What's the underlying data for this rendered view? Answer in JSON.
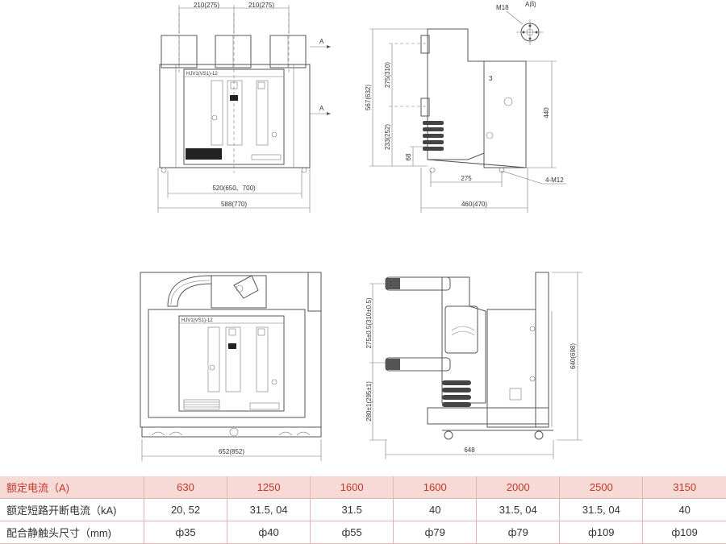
{
  "dimensions": {
    "front_top_spacing_1": "210(275)",
    "front_top_spacing_2": "210(275)",
    "front_width_inner": "520(650、700)",
    "front_width_outer": "588(770)",
    "arrow_a_top": "A",
    "arrow_a_bottom": "A",
    "model_label_top": "HJV1(VS1)-12",
    "model_label_bottom": "HJV1(VS1)-12",
    "side_height_total": "567(632)",
    "side_upper_gap": "275(310)",
    "side_lower_height": "233(252)",
    "side_foot_height": "68",
    "side_right_height": "440",
    "side_bolt_spacing": "275",
    "side_depth": "460(470)",
    "side_bolt_label": "4-M12",
    "side_num_3": "3",
    "detail_thread": "M18",
    "detail_view": "A向",
    "cart_width": "652(852)",
    "cart_upper_gap": "275±0.5(310±0.5)",
    "cart_lower_height": "280±1(295±1)",
    "cart_height": "640(698)",
    "cart_depth": "648"
  },
  "table": {
    "rows": [
      {
        "label": "额定电流（A)",
        "cells": [
          "630",
          "1250",
          "1600",
          "1600",
          "2000",
          "2500",
          "3150"
        ]
      },
      {
        "label": "额定短路开断电流（kA)",
        "cells": [
          "20, 52",
          "31.5, 04",
          "31.5",
          "40",
          "31.5, 04",
          "31.5, 04",
          "40"
        ]
      },
      {
        "label": "配合静触头尺寸（mm)",
        "cells": [
          "ф35",
          "ф40",
          "ф55",
          "ф79",
          "ф79",
          "ф109",
          "ф109"
        ]
      }
    ]
  }
}
